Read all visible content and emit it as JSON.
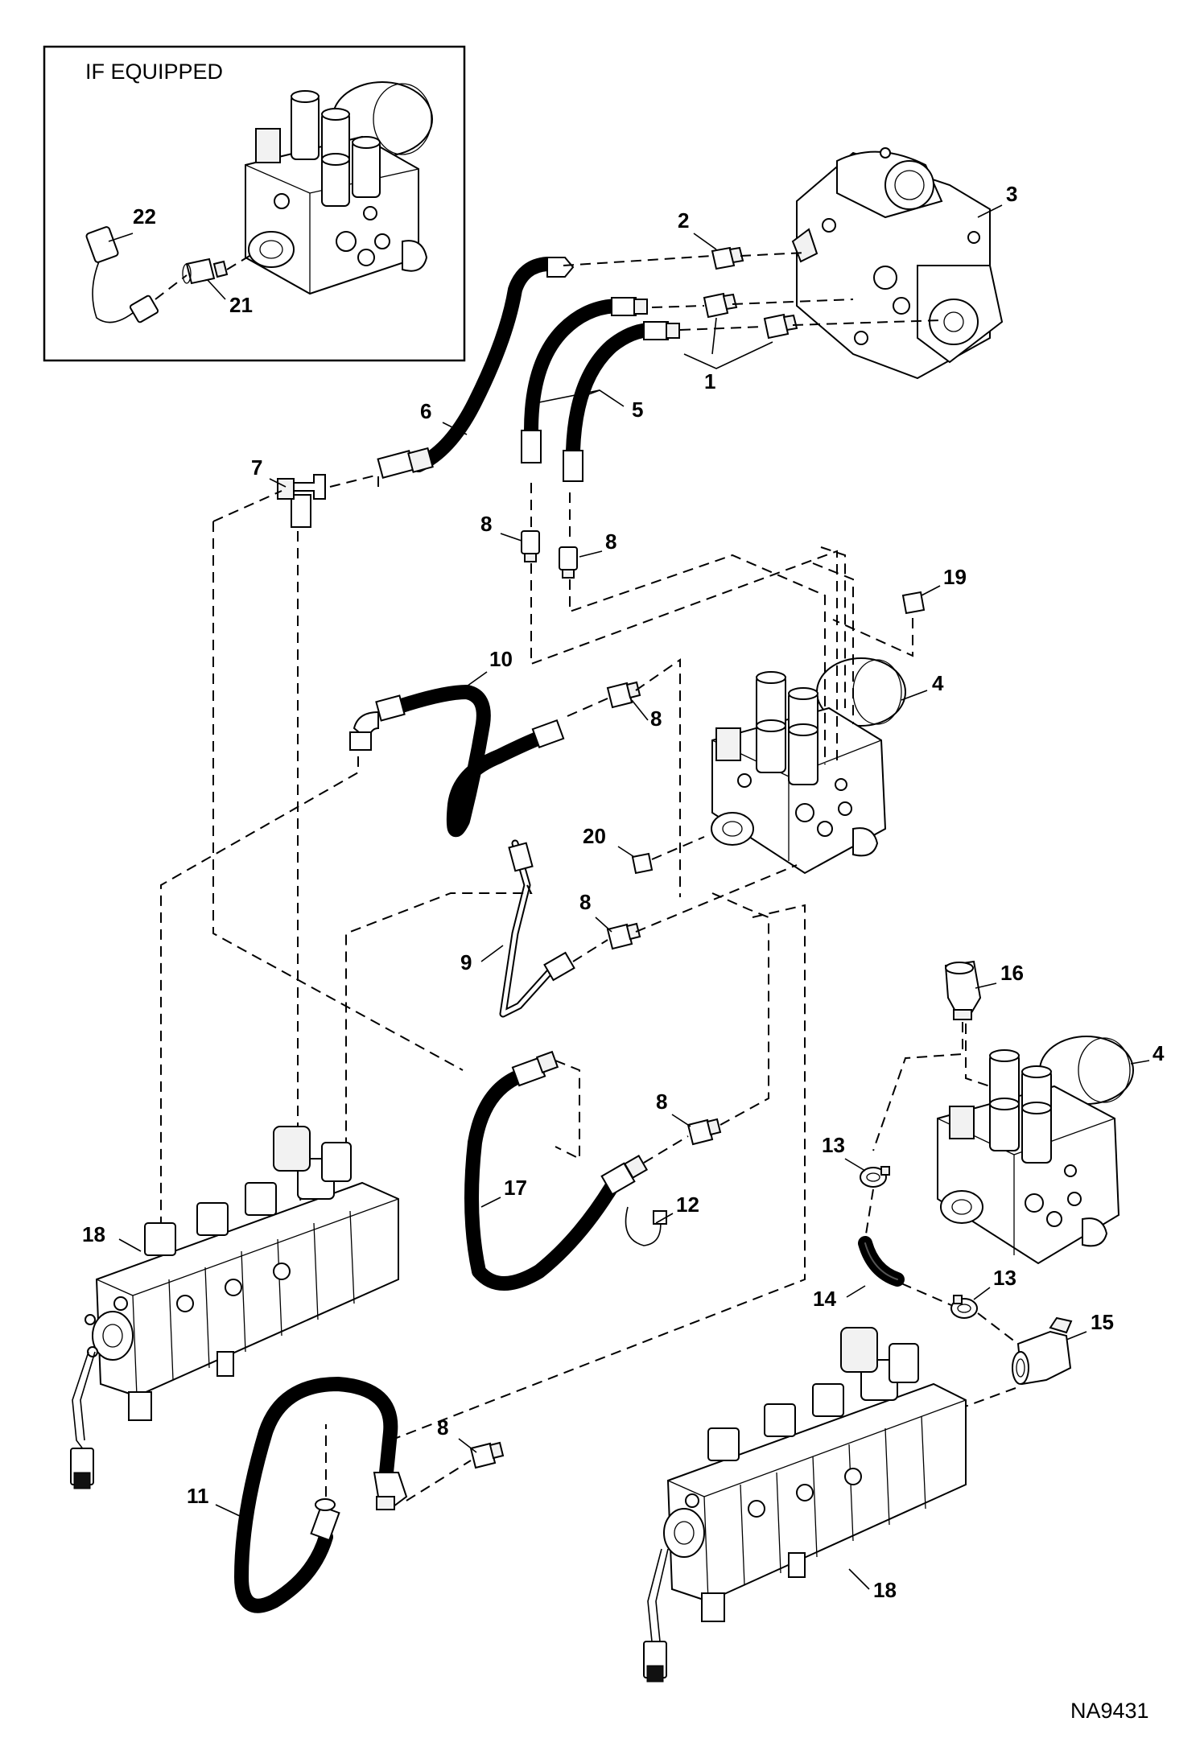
{
  "inset": {
    "title": "IF EQUIPPED"
  },
  "figure_ref": "NA9431",
  "callouts": {
    "c1": "1",
    "c2": "2",
    "c3": "3",
    "c4a": "4",
    "c4b": "4",
    "c5": "5",
    "c6": "6",
    "c7": "7",
    "c8a": "8",
    "c8b": "8",
    "c8c": "8",
    "c8d": "8",
    "c8e": "8",
    "c8f": "8",
    "c9": "9",
    "c10": "10",
    "c11": "11",
    "c12": "12",
    "c13a": "13",
    "c13b": "13",
    "c14": "14",
    "c15": "15",
    "c16": "16",
    "c17": "17",
    "c18a": "18",
    "c18b": "18",
    "c19": "19",
    "c20": "20",
    "c21": "21",
    "c22": "22"
  }
}
